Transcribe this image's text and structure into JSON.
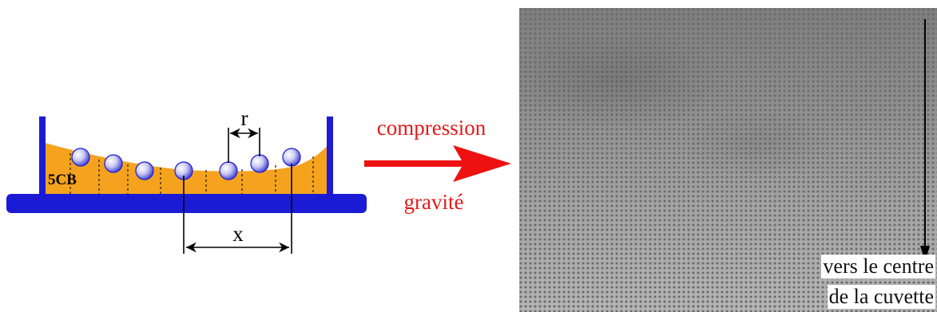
{
  "schematic": {
    "substance_label": "5CB",
    "spacing_label": "r",
    "distance_label": "x"
  },
  "arrow": {
    "top_label": "compression",
    "bottom_label": "gravité"
  },
  "micrograph": {
    "caption_line1": "vers le centre",
    "caption_line2": "de la cuvette"
  },
  "colors": {
    "cell_blue": "#1b1bd6",
    "liquid_crystal": "#f5a31e",
    "arrow_red": "#ee1111",
    "label_red": "#e41a1a"
  }
}
